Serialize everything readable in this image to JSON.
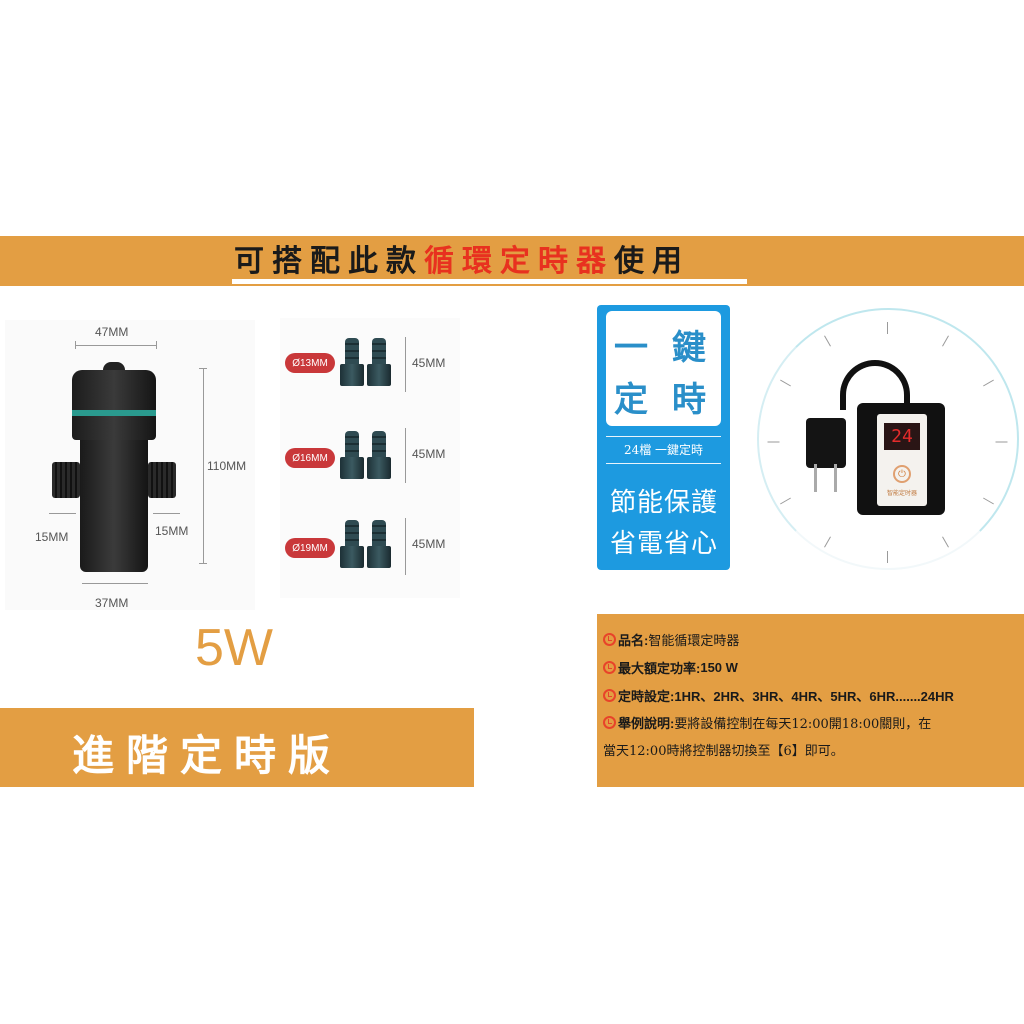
{
  "banner": {
    "title_prefix": "可搭配此款",
    "title_highlight": "循環定時器",
    "title_suffix": "使用",
    "background_color": "#e39e43",
    "highlight_color": "#e8311f"
  },
  "pump": {
    "dimensions": {
      "top_width": "47MM",
      "height": "110MM",
      "left_port": "15MM",
      "right_port": "15MM",
      "bottom_width": "37MM"
    },
    "ring_color": "#2a9a8e"
  },
  "connectors": [
    {
      "size": "Ø13MM",
      "length": "45MM"
    },
    {
      "size": "Ø16MM",
      "length": "45MM"
    },
    {
      "size": "Ø19MM",
      "length": "45MM"
    }
  ],
  "blue_panel": {
    "big_chars": [
      "一",
      "鍵",
      "定",
      "時"
    ],
    "subtitle": "24檔  一鍵定時",
    "line1": "節能保護",
    "line2": "省電省心",
    "color": "#1d9ae0"
  },
  "controller": {
    "display": "24",
    "label": "智能定时器"
  },
  "power": "5W",
  "edition": "進階定時版",
  "info": {
    "items": [
      {
        "label": "品名:",
        "value": "智能循環定時器"
      },
      {
        "label": "最大額定功率:",
        "value": "150 W"
      },
      {
        "label": "定時設定:",
        "value": "1HR、2HR、3HR、4HR、5HR、6HR.......24HR"
      },
      {
        "label": "舉例說明:",
        "value": "要將設備控制在每天12:00開18:00關則，在"
      }
    ],
    "continuation": "當天12:00時將控制器切換至【6】即可。"
  }
}
